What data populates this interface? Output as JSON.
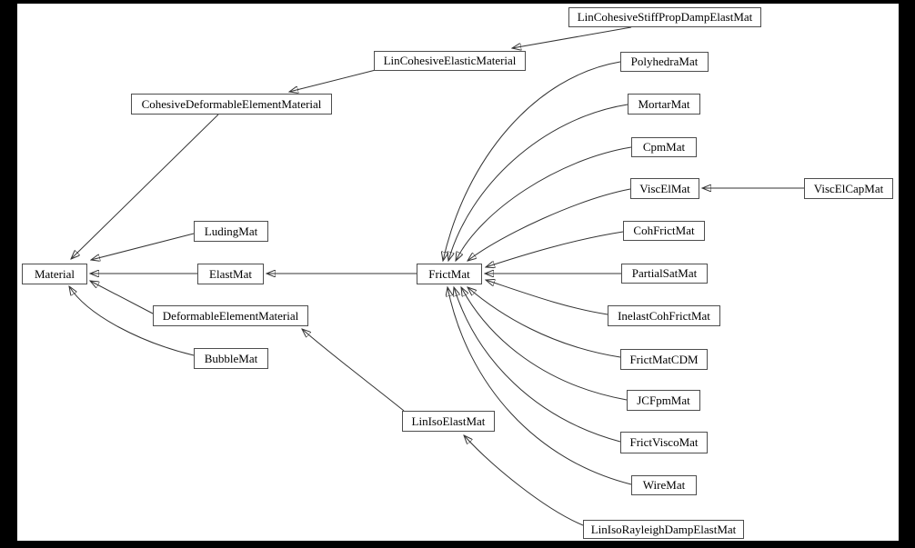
{
  "diagram": {
    "kind": "class-inheritance-graph",
    "frame_color": "#000000",
    "canvas_color": "#ffffff",
    "edge_color": "#333333",
    "node_border_color": "#4d4d4d",
    "node_fill_color": "#ffffff",
    "text_color": "#000000"
  },
  "nodes": {
    "material": {
      "label": "Material"
    },
    "ludingMat": {
      "label": "LudingMat"
    },
    "elastMat": {
      "label": "ElastMat"
    },
    "deformableElementMaterial": {
      "label": "DeformableElementMaterial"
    },
    "bubbleMat": {
      "label": "BubbleMat"
    },
    "cohesiveDeformableElementMaterial": {
      "label": "CohesiveDeformableElementMaterial"
    },
    "linCohesiveElasticMaterial": {
      "label": "LinCohesiveElasticMaterial"
    },
    "linCohesiveStiffPropDampElastMat": {
      "label": "LinCohesiveStiffPropDampElastMat"
    },
    "frictMat": {
      "label": "FrictMat"
    },
    "polyhedraMat": {
      "label": "PolyhedraMat"
    },
    "mortarMat": {
      "label": "MortarMat"
    },
    "cpmMat": {
      "label": "CpmMat"
    },
    "viscElMat": {
      "label": "ViscElMat"
    },
    "viscElCapMat": {
      "label": "ViscElCapMat"
    },
    "cohFrictMat": {
      "label": "CohFrictMat"
    },
    "partialSatMat": {
      "label": "PartialSatMat"
    },
    "inelastCohFrictMat": {
      "label": "InelastCohFrictMat"
    },
    "frictMatCDM": {
      "label": "FrictMatCDM"
    },
    "jcFpmMat": {
      "label": "JCFpmMat"
    },
    "frictViscoMat": {
      "label": "FrictViscoMat"
    },
    "wireMat": {
      "label": "WireMat"
    },
    "linIsoRayleighDampElastMat": {
      "label": "LinIsoRayleighDampElastMat"
    },
    "linIsoElastMat": {
      "label": "LinIsoElastMat"
    }
  },
  "edges": [
    {
      "from": "LinCohesiveStiffPropDampElastMat",
      "to": "LinCohesiveElasticMaterial"
    },
    {
      "from": "LinCohesiveElasticMaterial",
      "to": "CohesiveDeformableElementMaterial"
    },
    {
      "from": "CohesiveDeformableElementMaterial",
      "to": "Material"
    },
    {
      "from": "LudingMat",
      "to": "Material"
    },
    {
      "from": "ElastMat",
      "to": "Material"
    },
    {
      "from": "DeformableElementMaterial",
      "to": "Material"
    },
    {
      "from": "BubbleMat",
      "to": "Material"
    },
    {
      "from": "FrictMat",
      "to": "ElastMat"
    },
    {
      "from": "PolyhedraMat",
      "to": "FrictMat"
    },
    {
      "from": "MortarMat",
      "to": "FrictMat"
    },
    {
      "from": "CpmMat",
      "to": "FrictMat"
    },
    {
      "from": "ViscElMat",
      "to": "FrictMat"
    },
    {
      "from": "ViscElCapMat",
      "to": "ViscElMat"
    },
    {
      "from": "CohFrictMat",
      "to": "FrictMat"
    },
    {
      "from": "PartialSatMat",
      "to": "FrictMat"
    },
    {
      "from": "InelastCohFrictMat",
      "to": "FrictMat"
    },
    {
      "from": "FrictMatCDM",
      "to": "FrictMat"
    },
    {
      "from": "JCFpmMat",
      "to": "FrictMat"
    },
    {
      "from": "FrictViscoMat",
      "to": "FrictMat"
    },
    {
      "from": "WireMat",
      "to": "FrictMat"
    },
    {
      "from": "LinIsoRayleighDampElastMat",
      "to": "LinIsoElastMat"
    },
    {
      "from": "LinIsoElastMat",
      "to": "DeformableElementMaterial"
    }
  ]
}
